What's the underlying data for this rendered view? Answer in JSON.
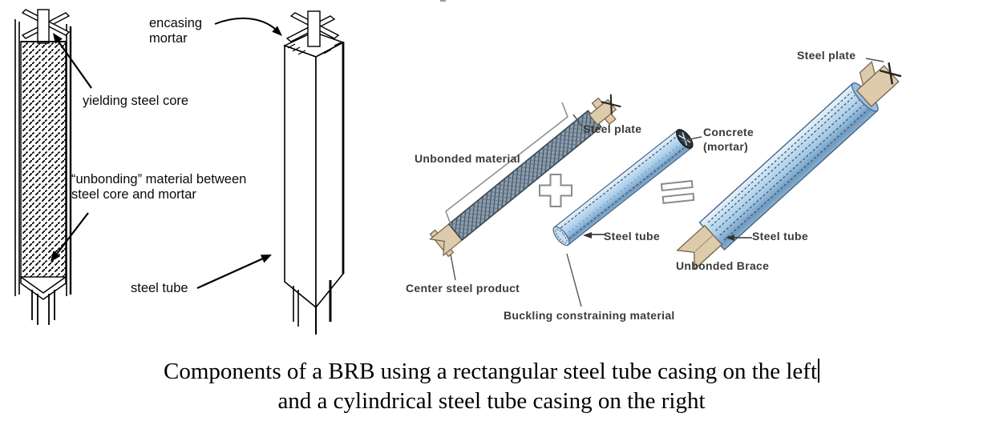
{
  "figure": {
    "type": "technical-diagram",
    "subject": "Buckling Restrained Brace (BRB) components"
  },
  "left_diagram": {
    "description": "rectangular steel tube casing BRB, black and white line drawing",
    "labels": {
      "encasing_mortar": "encasing\nmortar",
      "yielding_steel_core": "yielding steel core",
      "unbonding_material": "“unbonding” material between\nsteel core and mortar",
      "steel_tube": "steel tube"
    }
  },
  "right_diagram": {
    "description": "cylindrical steel tube casing BRB, color drawing: core + tube = unbonded brace",
    "labels": {
      "unbonded_material": "Unbonded material",
      "steel_plate_core": "Steel plate",
      "center_steel_product": "Center steel product",
      "concrete_mortar": "Concrete\n(mortar)",
      "steel_tube_mid": "Steel tube",
      "buckling_constraining_material": "Buckling constraining material",
      "steel_plate_brace": "Steel plate",
      "steel_tube_brace": "Steel tube",
      "unbonded_brace": "Unbonded Brace"
    },
    "operators": {
      "plus": "+",
      "equals": "="
    },
    "colors": {
      "tube_blue_light": "#eaf3fb",
      "tube_blue": "#a5cae8",
      "tube_blue_shadow": "#6f9ac0",
      "tube_edge": "#41658c",
      "hatch_fill": "#8e9eae",
      "hatch_line": "#3f5160",
      "end_plate_beige": "#ddcbac",
      "end_plate_outline": "#73624a",
      "label_color": "#3a3a3a"
    }
  },
  "caption": {
    "line1": "Components of a BRB using a rectangular steel tube casing on the left",
    "line2": "and a cylindrical steel tube casing on the right"
  }
}
